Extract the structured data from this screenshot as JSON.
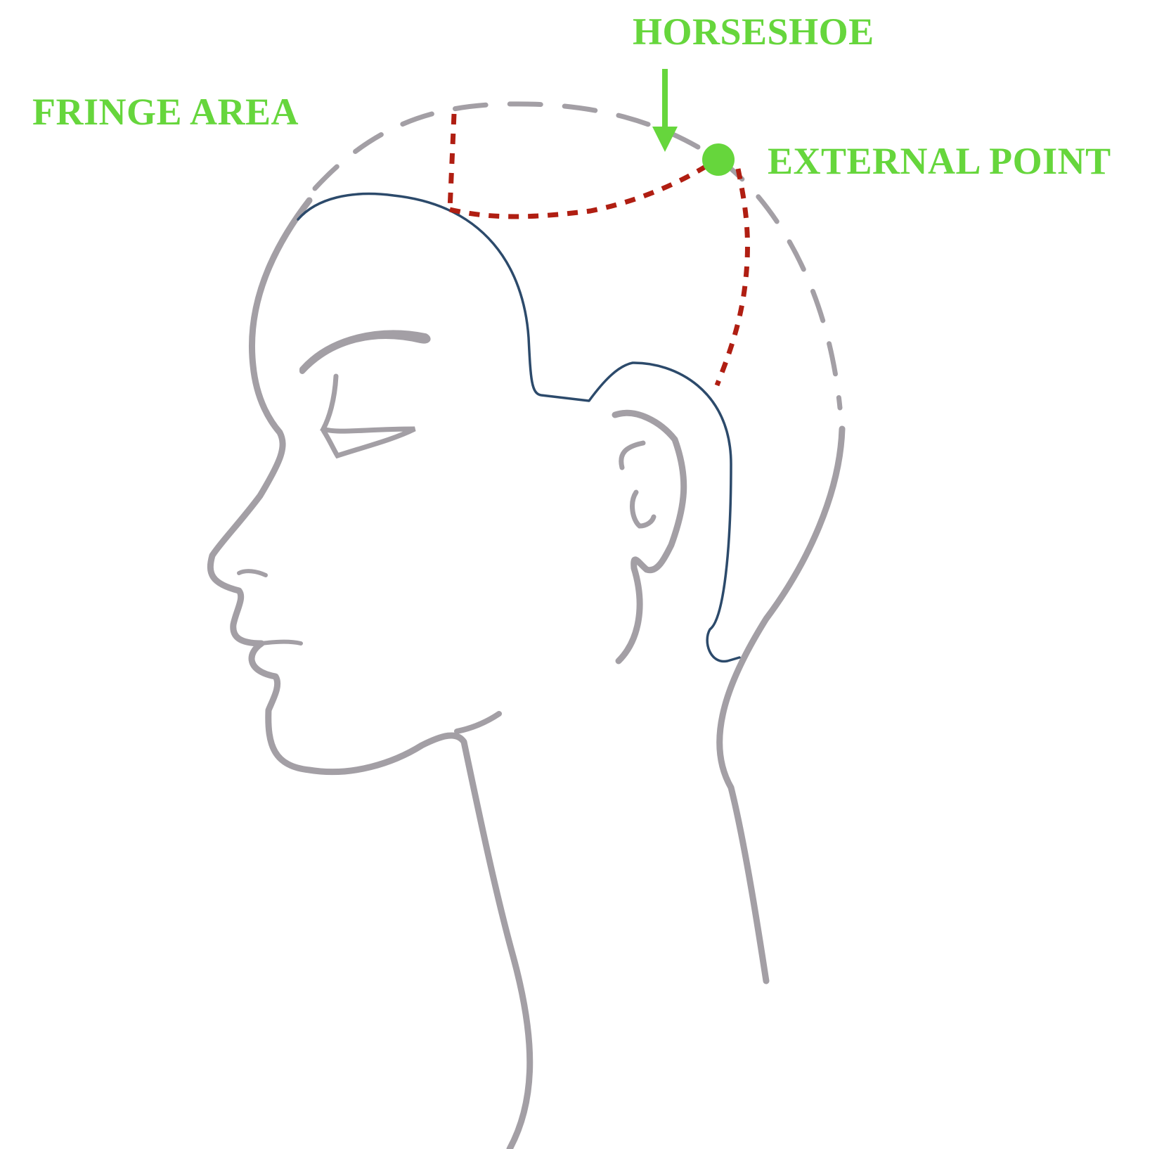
{
  "labels": {
    "horseshoe": "HORSESHOE",
    "fringe_area": "FRINGE AREA",
    "external_point": "EXTERNAL POINT"
  },
  "colors": {
    "label_green": "#66d63c",
    "marker_green": "#66d63c",
    "head_outline_gray": "#a39fa5",
    "hairline_navy": "#2c4a6b",
    "section_red": "#b01e12",
    "guide_gray": "#a39fa5",
    "background": "#ffffff"
  }
}
